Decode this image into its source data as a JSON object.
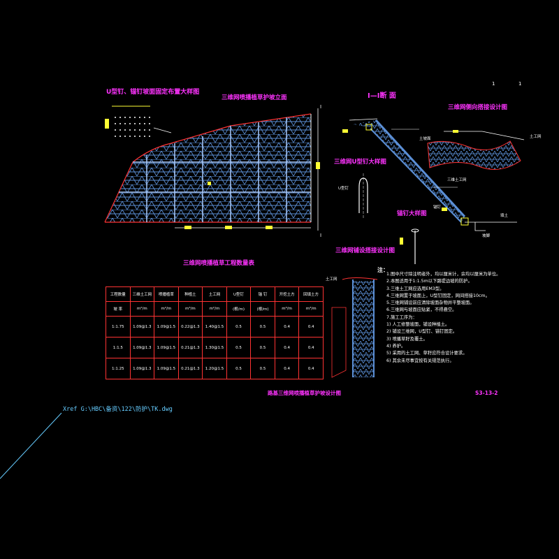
{
  "sheet": {
    "top_marks": [
      "1",
      "1"
    ],
    "footer_title": "路基三维网喷播植草护坡设计图",
    "drawing_no": "S3-13-2",
    "xref": "Xref G:\\HBC\\备资\\122\\防护\\TK.dwg"
  },
  "titles": {
    "anchor_layout": "U型钉、锚钉坡面固定布置大样图",
    "elevation": "三维网喷播植草护坡立面",
    "section": "Ⅰ—Ⅰ断 面",
    "overlap": "三维网侧向搭接设计图",
    "u_nail": "三维网U型钉大样图",
    "anchor_nail": "锚钉大样图",
    "top_overlap": "三维网铺设搭接设计图",
    "quantity_table": "三维网喷播植草工程数量表",
    "notes_heading": "注："
  },
  "labels": {
    "section_mark": "Ⅰ",
    "soil": "土工网",
    "slope_top": "土坡面",
    "slope_toe": "坡脚",
    "anchor": "锚钉",
    "u_nail": "U型钉",
    "net_3d": "三维土工网",
    "backfill": "填土"
  },
  "table": {
    "header1": [
      "工程数量",
      "三维土工网",
      "喷播植草",
      "种植土",
      "土工网",
      "U型钉",
      "锚 钉",
      "开挖土方",
      "回填土方"
    ],
    "header2": [
      "坡 率",
      "m²/m",
      "m²/m",
      "m³/m",
      "m²/m",
      "(根/m)",
      "(根/m)",
      "m³/m",
      "m³/m"
    ],
    "rows": [
      [
        "1:1.75",
        "1.09@1.3",
        "1.09@1.5",
        "0.22@1.3",
        "1.40@1.5",
        "0.5",
        "0.5",
        "0.4",
        "0.4"
      ],
      [
        "1:1.5",
        "1.09@1.3",
        "1.09@1.5",
        "0.21@1.3",
        "1.30@1.5",
        "0.5",
        "0.5",
        "0.4",
        "0.4"
      ],
      [
        "1:1.25",
        "1.09@1.3",
        "1.09@1.5",
        "0.21@1.3",
        "1.20@1.5",
        "0.5",
        "0.5",
        "0.4",
        "0.4"
      ]
    ]
  },
  "notes": [
    "1.图中尺寸除注明者外，均以厘米计，余均以厘米为单位。",
    "2.本图适用于1:1.5m以下路堤边坡的防护。",
    "3.三维土工网应选用EM3型。",
    "4.三维网置于坡面上，U型钉固定，网间搭接10cm。",
    "5.三维网铺设前应清除坡面杂物并平整坡面。",
    "6.三维网与坡面应贴紧，不得悬空。",
    "7.施工工序为：",
    "1) 人工修整坡面，铺设种植土。",
    "2) 铺设三维网，U型钉、锚钉固定。",
    "3) 喷播草籽及覆土。",
    "4) 养护。",
    "5) 采用的土工网、草籽应符合设计要求。",
    "6) 其余未尽事宜按有关规范执行。"
  ]
}
